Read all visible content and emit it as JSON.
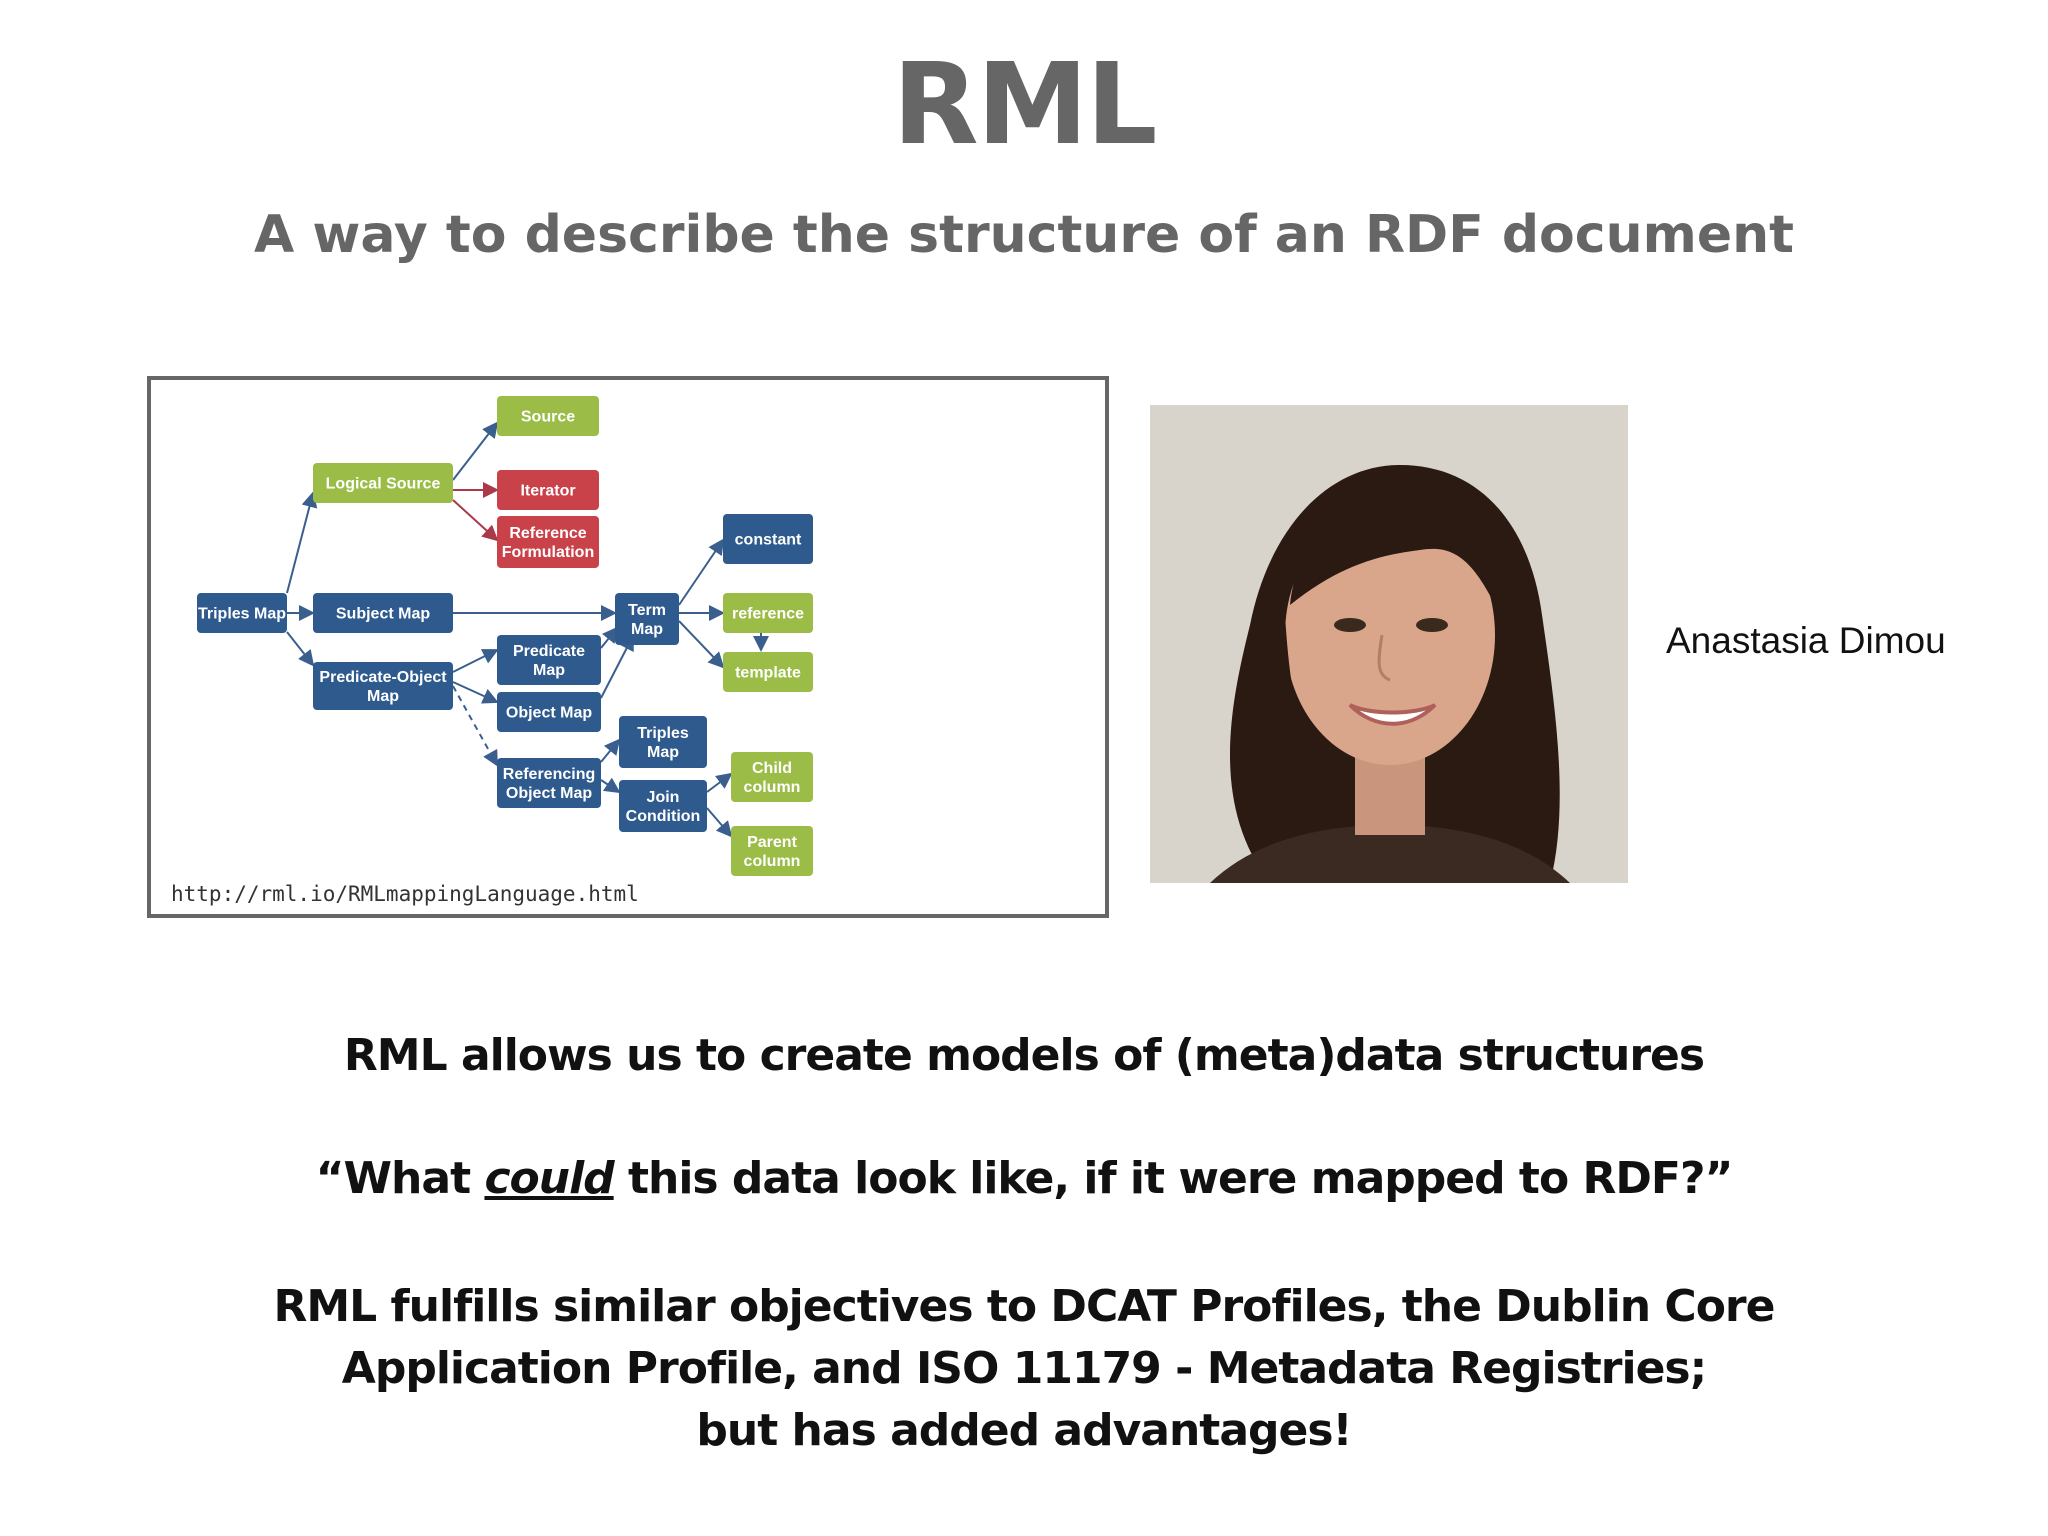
{
  "slide": {
    "title": "RML",
    "subtitle": "A way to describe the structure of an RDF document"
  },
  "diagram": {
    "url": "http://rml.io/RMLmappingLanguage.html",
    "colors": {
      "green": "#9bbd48",
      "red": "#c9424a",
      "blue": "#2e5a8e",
      "arrow": "#3a5f8f"
    },
    "nodes": {
      "source": [
        "Source"
      ],
      "logical_source": [
        "Logical Source"
      ],
      "iterator": [
        "Iterator"
      ],
      "reference_formulation": [
        "Reference",
        "Formulation"
      ],
      "triples_map": [
        "Triples Map"
      ],
      "subject_map": [
        "Subject Map"
      ],
      "term_map": [
        "Term",
        "Map"
      ],
      "constant": [
        "constant"
      ],
      "reference": [
        "reference"
      ],
      "template": [
        "template"
      ],
      "predicate_object_map": [
        "Predicate-Object",
        "Map"
      ],
      "predicate_map": [
        "Predicate",
        "Map"
      ],
      "object_map": [
        "Object Map"
      ],
      "triples_map_2": [
        "Triples",
        "Map"
      ],
      "referencing_object_map": [
        "Referencing",
        "Object Map"
      ],
      "join_condition": [
        "Join",
        "Condition"
      ],
      "child_column": [
        "Child",
        "column"
      ],
      "parent_column": [
        "Parent",
        "column"
      ]
    }
  },
  "photo": {
    "person_name": "Anastasia Dimou",
    "colors": {
      "background": "#d8d4cc",
      "hair": "#2a1a12",
      "skin": "#d9a68c"
    }
  },
  "body": {
    "line1": "RML allows us to create models of (meta)data structures",
    "line2_pre": "“What ",
    "line2_em": "could",
    "line2_post": " this data look like, if it were mapped to RDF?”",
    "line3_a": "RML fulfills similar objectives to DCAT Profiles, the Dublin Core",
    "line3_b": "Application Profile, and ISO 11179 - Metadata Registries;",
    "line3_c": "but has added advantages!"
  }
}
